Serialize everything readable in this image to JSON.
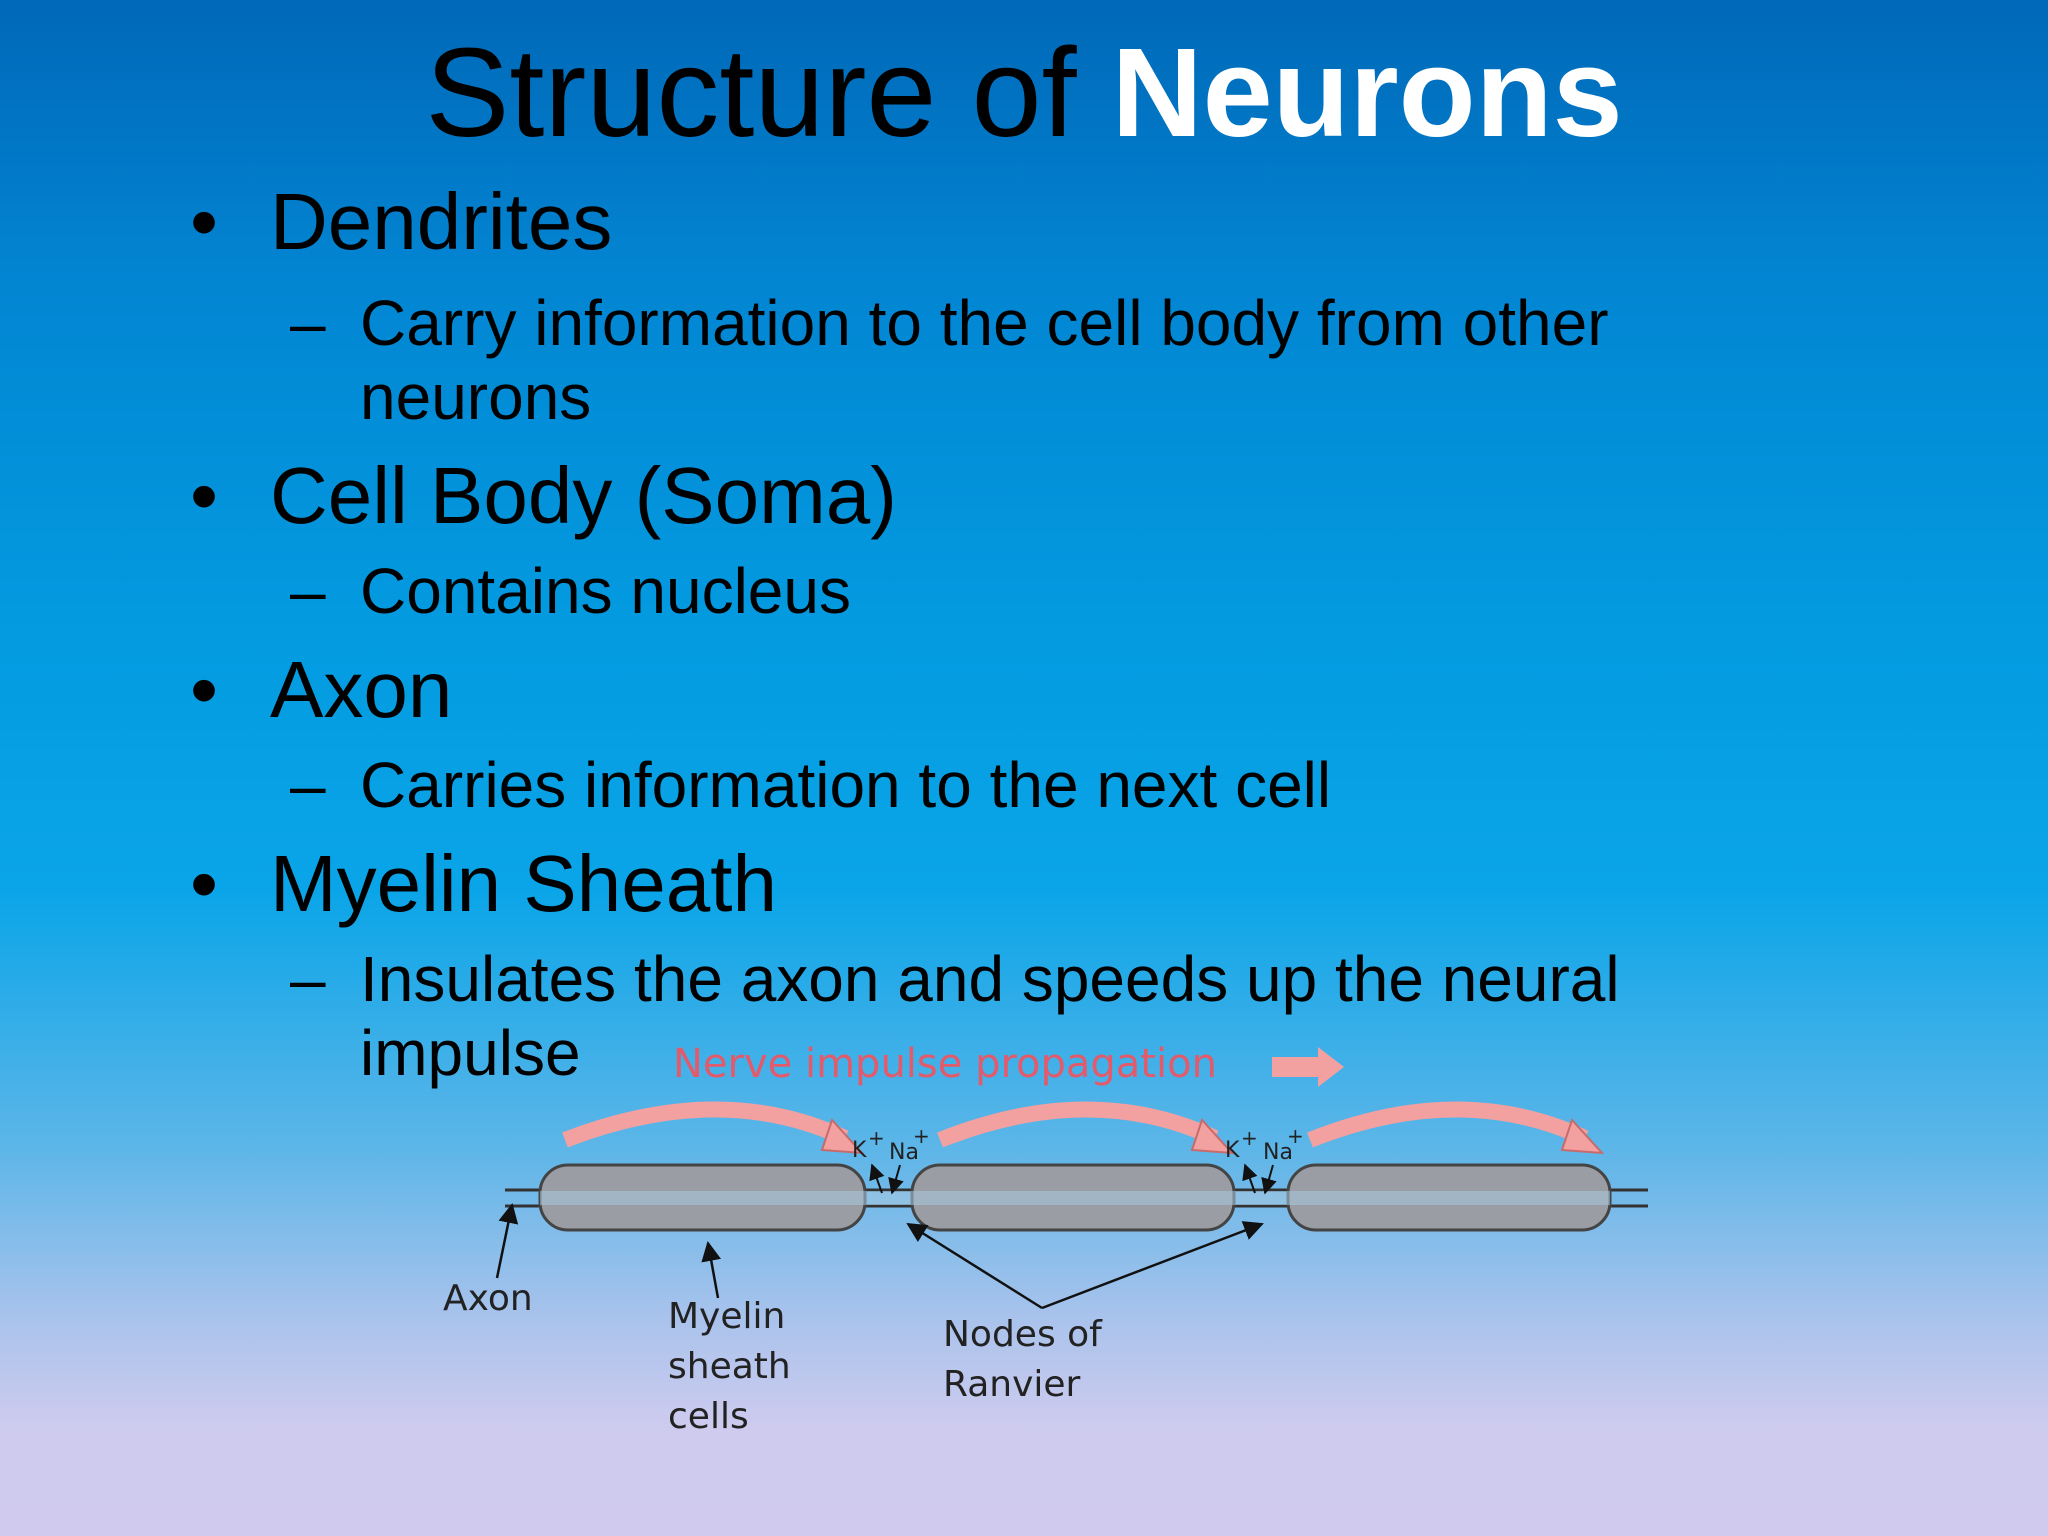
{
  "slide": {
    "title_prefix": "Structure of ",
    "title_accent": "Neurons"
  },
  "bullets": [
    {
      "label": "Dendrites",
      "detail": "Carry information to the cell body from other neurons"
    },
    {
      "label": "Cell Body (Soma)",
      "detail": "Contains nucleus"
    },
    {
      "label": "Axon",
      "detail": "Carries information to the next cell"
    },
    {
      "label": "Myelin Sheath",
      "detail_line1": "Insulates the axon and speeds up the neural",
      "detail_line2": "impulse"
    }
  ],
  "diagram": {
    "heading": "Nerve impulse propagation",
    "ion_k": "K",
    "ion_na": "Na",
    "ion_charge": "+",
    "label_axon": "Axon",
    "label_myelin": [
      "Myelin",
      "sheath",
      "cells"
    ],
    "label_nodes": [
      "Nodes of",
      "Ranvier"
    ]
  },
  "colors": {
    "title_accent": "#ffffff",
    "impulse_arrow": "#f2a0a0",
    "impulse_text": "#e35a6a",
    "myelin_fill": "#9a9ea4"
  }
}
